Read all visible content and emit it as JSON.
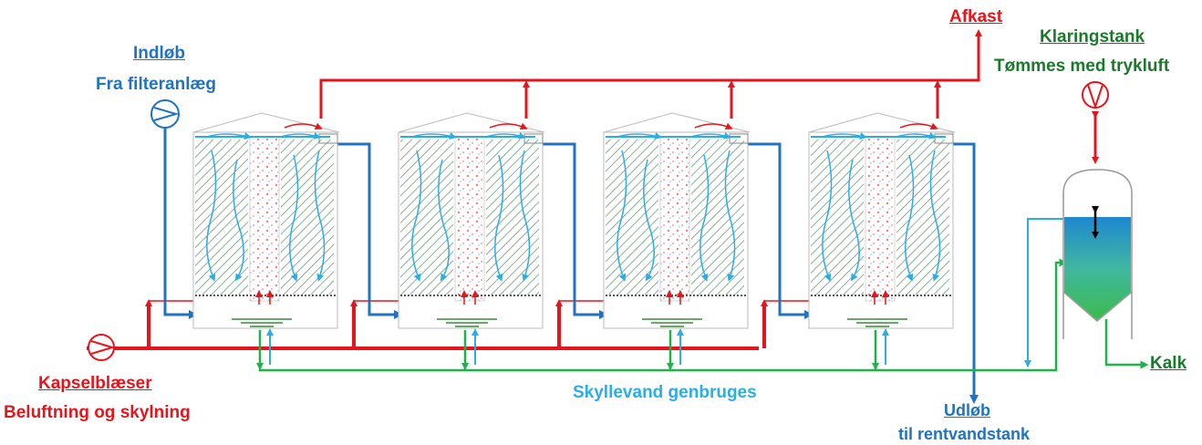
{
  "labels": {
    "inlet_title": "Indløb",
    "inlet_sub": "Fra filteranlæg",
    "exhaust": "Afkast",
    "clarifier_title": "Klaringstank",
    "clarifier_sub": "Tømmes med trykluft",
    "blower_title": "Kapselblæser",
    "blower_sub": "Beluftning og skylning",
    "rinse": "Skyllevand genbruges",
    "outlet_title": "Udløb",
    "outlet_sub": "til rentvandstank",
    "lime": "Kalk"
  },
  "colors": {
    "red": "#e8141c",
    "blue": "#1f73c2",
    "light_blue": "#29aee6",
    "green": "#1fb24a",
    "dark_green": "#2e7d32",
    "hatch": "#6e9a7a"
  },
  "icons": [
    "fan-icon",
    "blower-icon",
    "compressor-icon"
  ]
}
